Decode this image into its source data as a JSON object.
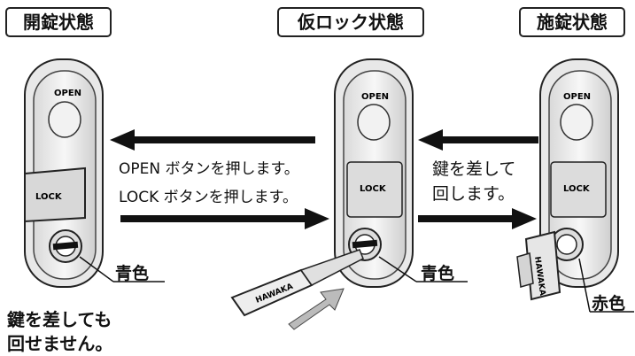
{
  "states": {
    "unlocked": "開錠状態",
    "temp_lock": "仮ロック状態",
    "locked": "施錠状態"
  },
  "actions": {
    "open_button": "OPEN ボタンを押します。",
    "lock_button": "LOCK ボタンを押します。",
    "key_turn_line1": "鍵を差して",
    "key_turn_line2": "回します。"
  },
  "color_labels": {
    "left": "青色",
    "middle": "青色",
    "right": "赤色"
  },
  "note": {
    "line1": "鍵を差しても",
    "line2": "回せません。"
  },
  "device_labels": {
    "open": "OPEN",
    "lock": "LOCK"
  },
  "key_brand": "HAWAKA"
}
